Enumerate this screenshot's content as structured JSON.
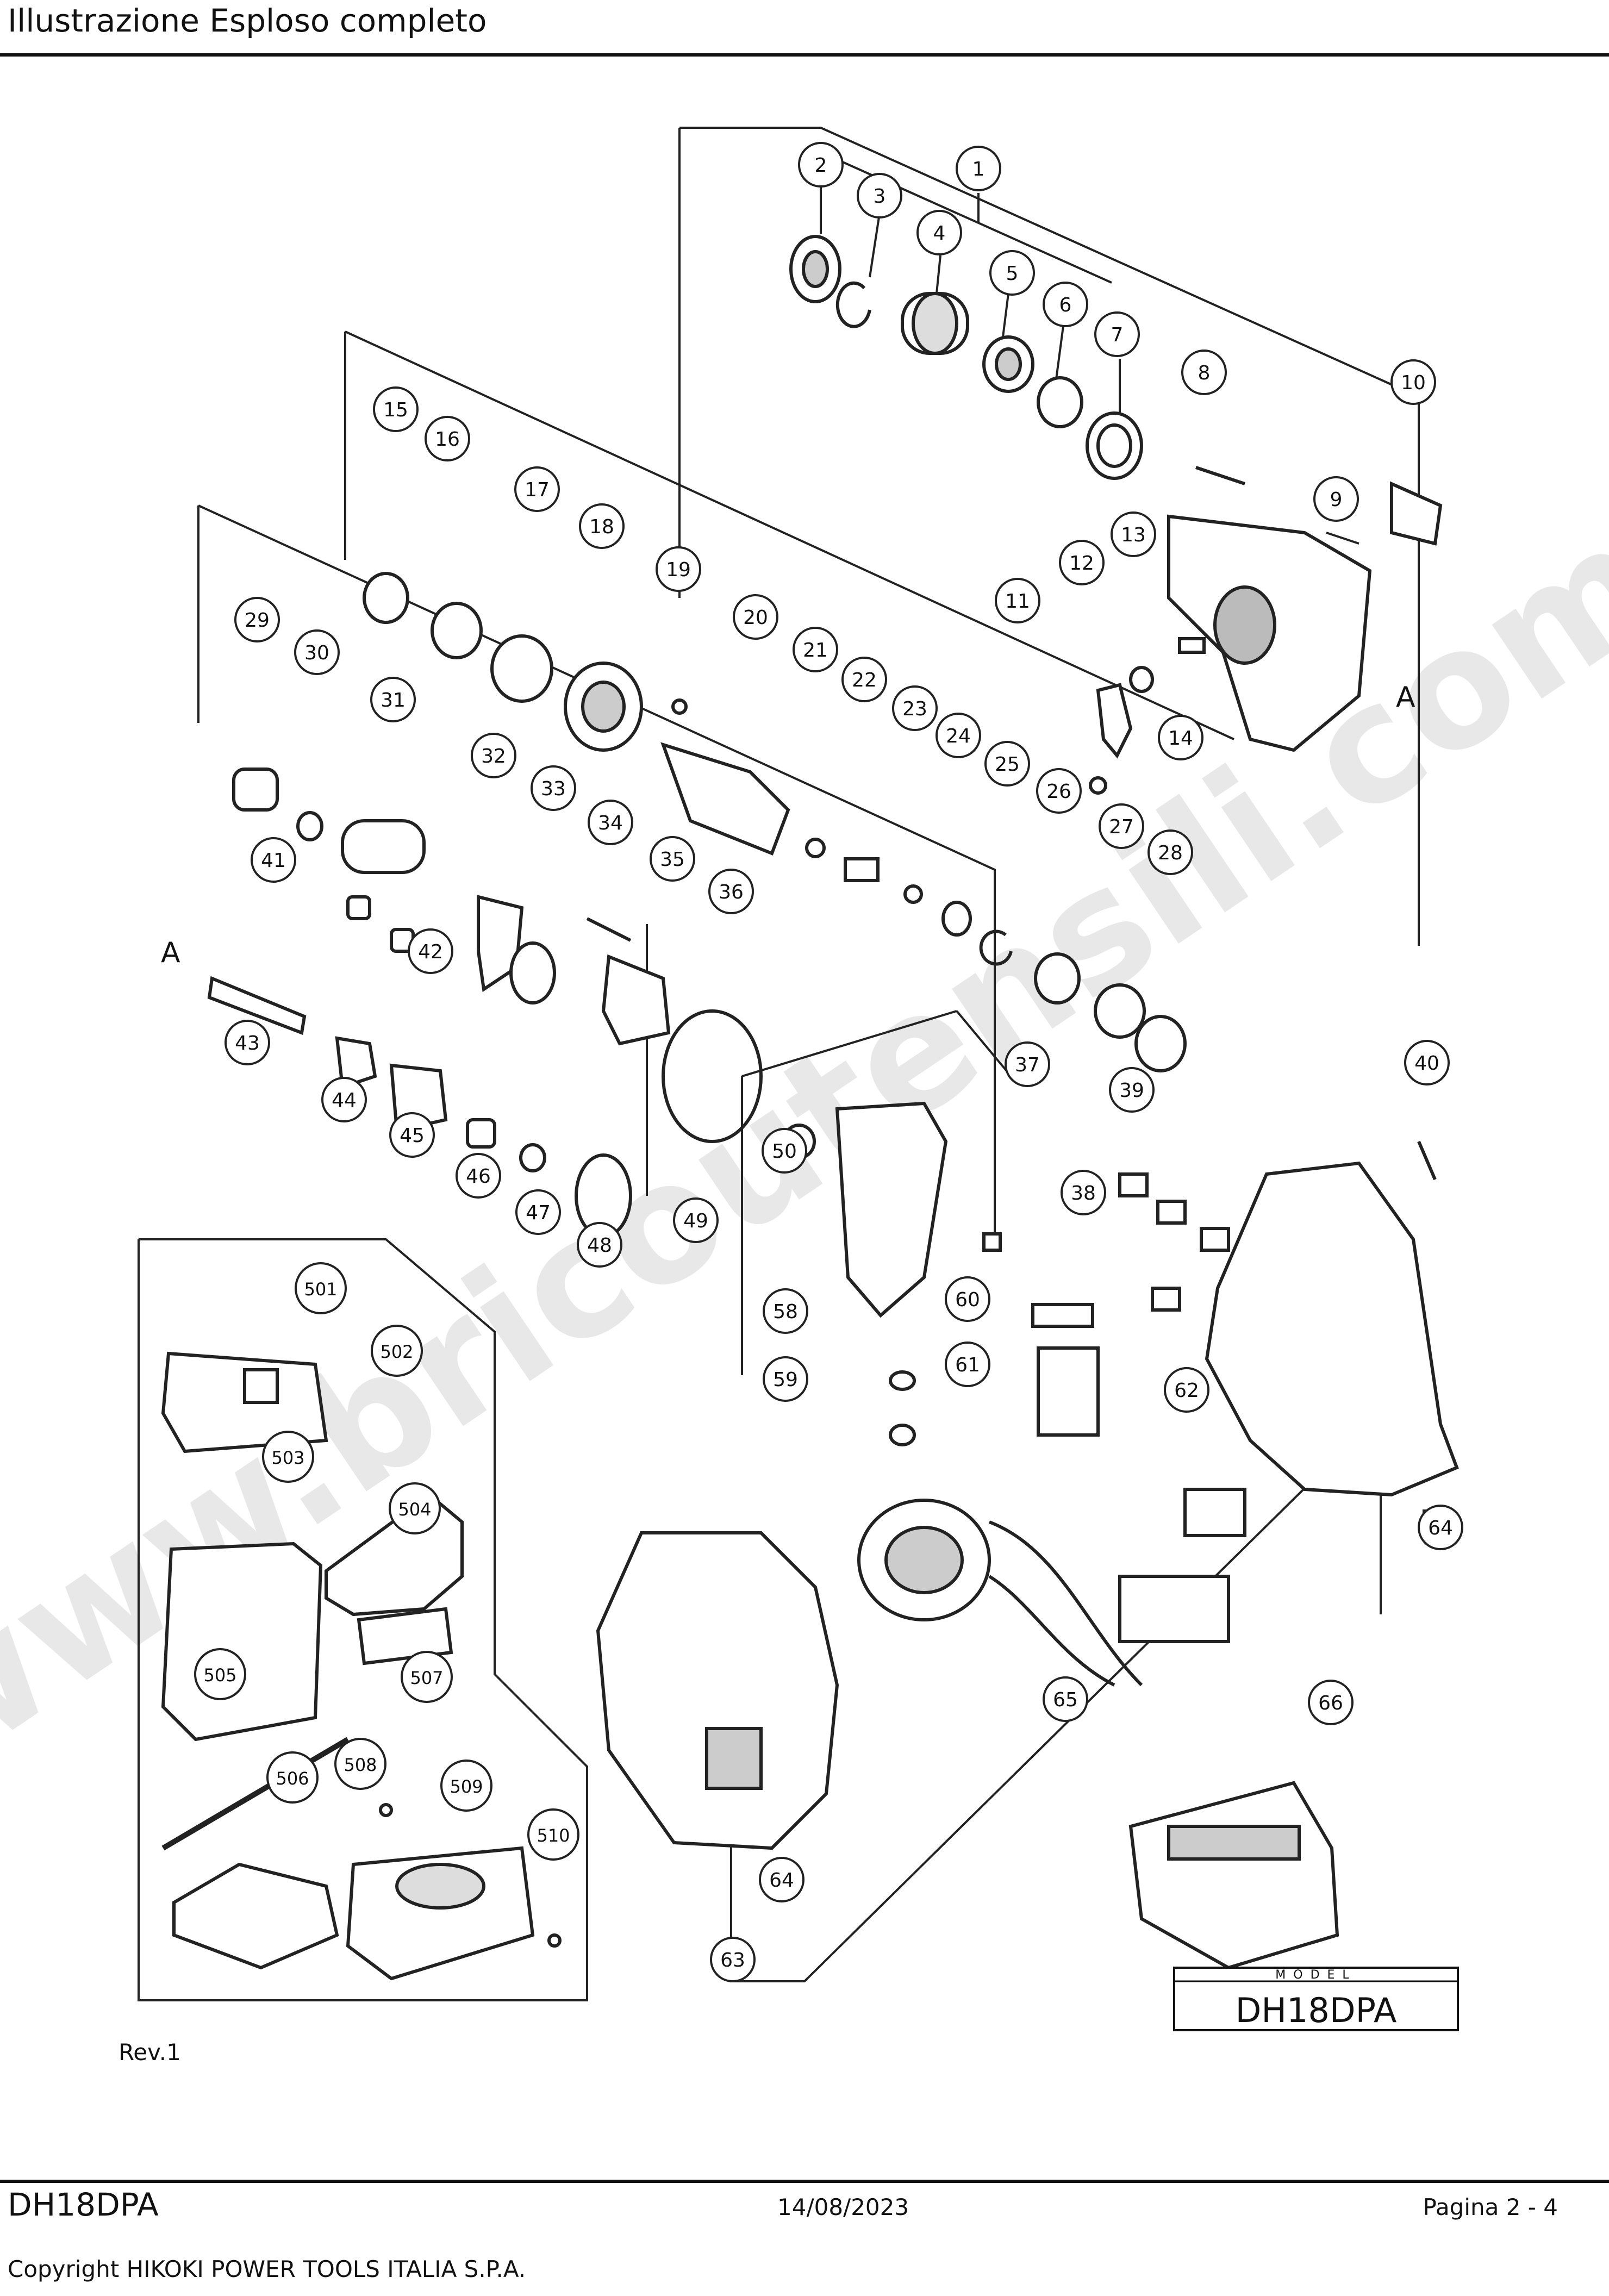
{
  "header": {
    "title": "Illustrazione  Esploso completo"
  },
  "footer": {
    "model": "DH18DPA",
    "date": "14/08/2023",
    "page": "Pagina 2 - 4",
    "copyright": "Copyright HIKOKI POWER TOOLS ITALIA S.P.A."
  },
  "diagram": {
    "ref_label": "A",
    "revision": "Rev.1",
    "watermark": "www.bricoutensili.com",
    "model_box": {
      "caption": "MODEL",
      "name": "DH18DPA"
    },
    "callouts": [
      "1",
      "2",
      "3",
      "4",
      "5",
      "6",
      "7",
      "8",
      "9",
      "10",
      "11",
      "12",
      "13",
      "14",
      "15",
      "16",
      "17",
      "18",
      "19",
      "20",
      "21",
      "22",
      "23",
      "24",
      "25",
      "26",
      "27",
      "28",
      "29",
      "30",
      "31",
      "32",
      "33",
      "34",
      "35",
      "36",
      "37",
      "38",
      "39",
      "40",
      "41",
      "42",
      "43",
      "44",
      "45",
      "46",
      "47",
      "48",
      "49",
      "50",
      "58",
      "59",
      "60",
      "61",
      "62",
      "63",
      "64",
      "65",
      "66",
      "501",
      "502",
      "503",
      "504",
      "505",
      "506",
      "507",
      "508",
      "509",
      "510"
    ]
  }
}
